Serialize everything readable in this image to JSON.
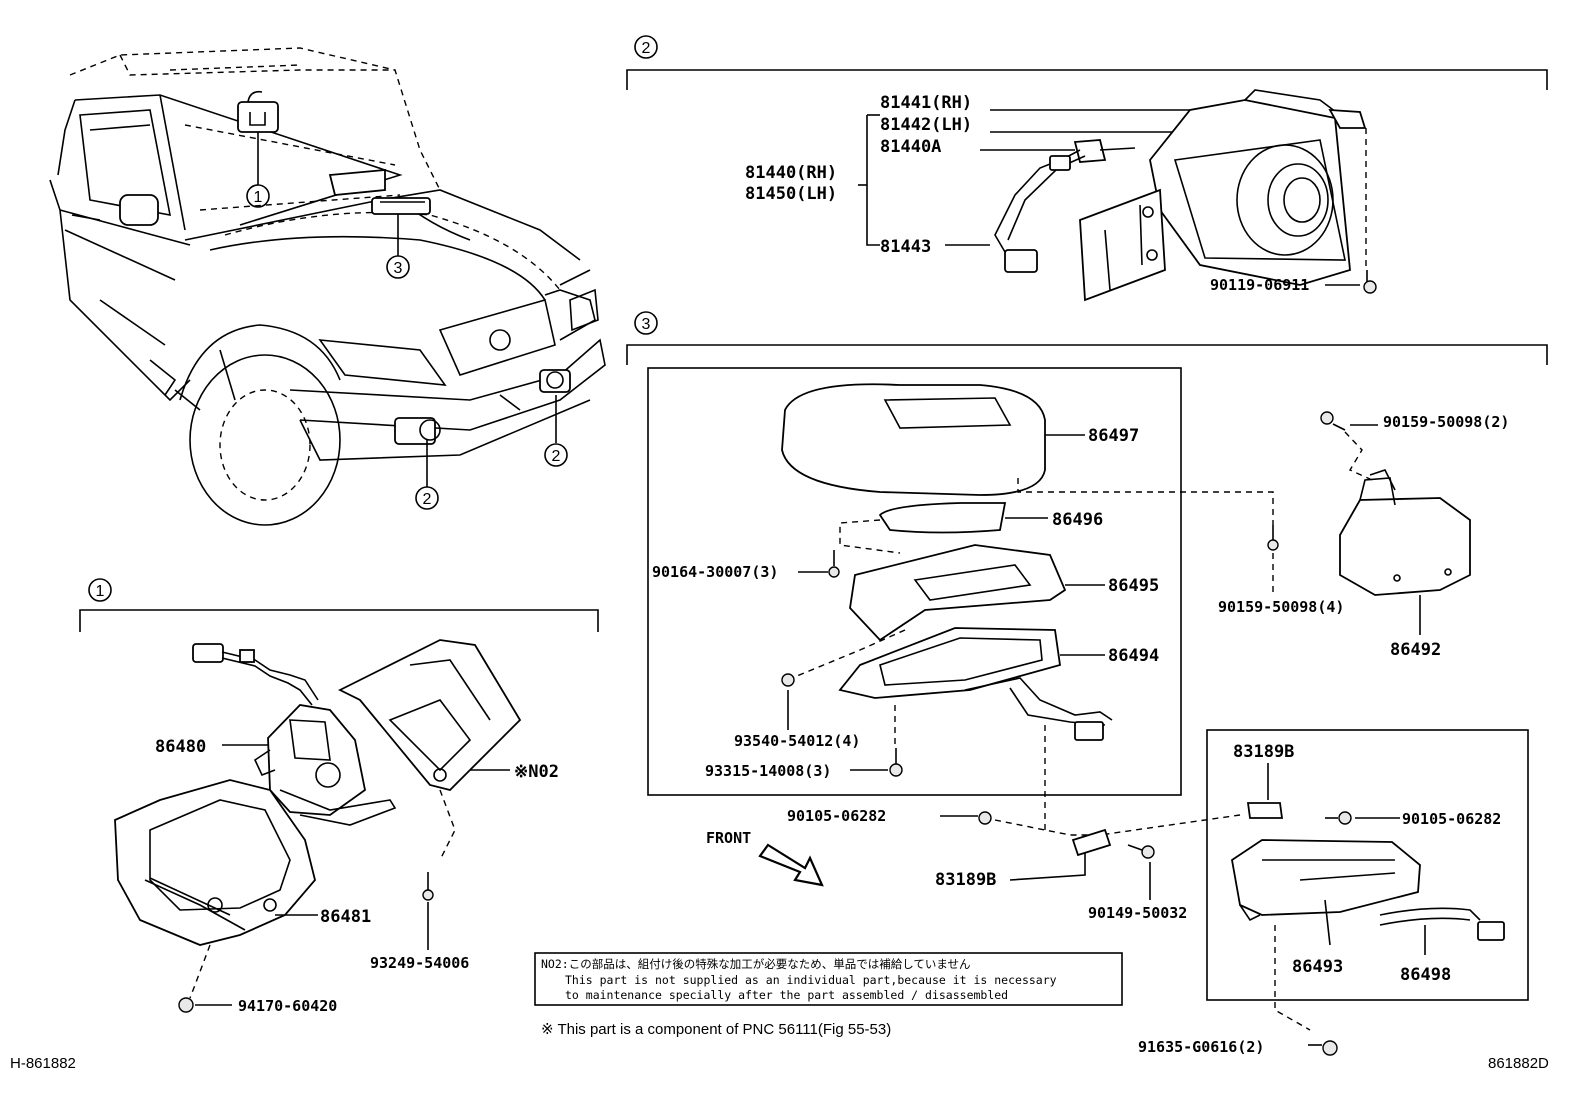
{
  "diagram": {
    "callouts": {
      "c1": "1",
      "c2": "2",
      "c3": "3"
    },
    "section2": {
      "p81441": "81441(RH)",
      "p81442": "81442(LH)",
      "p81440A": "81440A",
      "p81440": "81440(RH)",
      "p81450": "81450(LH)",
      "p81443": "81443",
      "p90119": "90119-06911"
    },
    "section3": {
      "p86497": "86497",
      "p86496": "86496",
      "p86495": "86495",
      "p86494": "86494",
      "p90164": "90164-30007(3)",
      "p93540": "93540-54012(4)",
      "p93315": "93315-14008(3)",
      "p90159a": "90159-50098(2)",
      "p90159b": "90159-50098(4)",
      "p86492": "86492",
      "p83189B_top": "83189B",
      "p90105_right": "90105-06282",
      "p90105_left": "90105-06282",
      "p83189B_mid": "83189B",
      "p90149": "90149-50032",
      "p86493": "86493",
      "p86498": "86498",
      "p91635": "91635-G0616(2)",
      "front": "FRONT"
    },
    "section1": {
      "p86480": "86480",
      "pN02": "※N02",
      "p86481": "86481",
      "p93249": "93249-54006",
      "p94170": "94170-60420"
    },
    "note": {
      "line1": "NO2:この部品は、組付け後の特殊な加工が必要なため、単品では補給していません",
      "line2": "This part is not supplied as an individual part,because it is necessary",
      "line3": "to maintenance specially after the part assembled / disassembled"
    },
    "footnote": "※ This part is a component of PNC 56111(Fig 55-53)",
    "id_left": "H-861882",
    "id_right": "861882D"
  }
}
